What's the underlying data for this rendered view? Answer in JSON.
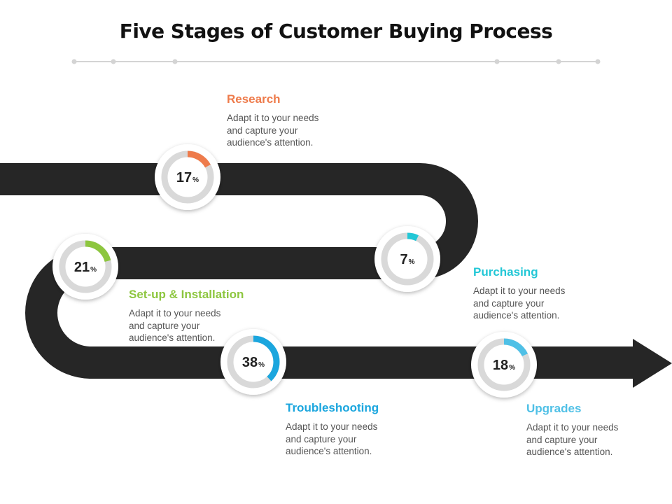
{
  "title": "Five Stages of Customer Buying Process",
  "stages": [
    {
      "name": "Research",
      "percent": 17,
      "color": "#ee7b4b",
      "description": [
        "Adapt it to your needs",
        "and capture your",
        "audience's attention."
      ]
    },
    {
      "name": "Purchasing",
      "percent": 7,
      "color": "#22c7d6",
      "description": [
        "Adapt it to your needs",
        "and capture your",
        "audience's attention."
      ]
    },
    {
      "name": "Set-up & Installation",
      "percent": 21,
      "color": "#8dc63f",
      "description": [
        "Adapt it to your needs",
        "and capture your",
        "audience's attention."
      ]
    },
    {
      "name": "Troubleshooting",
      "percent": 38,
      "color": "#1ba6de",
      "description": [
        "Adapt it to your needs",
        "and capture your",
        "audience's attention."
      ]
    },
    {
      "name": "Upgrades",
      "percent": 18,
      "color": "#4fc0e6",
      "description": [
        "Adapt it to your needs",
        "and capture your",
        "audience's attention."
      ]
    }
  ],
  "percent_symbol": "%",
  "colors": {
    "path": "#262626",
    "ring_track": "#d9d9d9",
    "divider": "#d4d4d4"
  }
}
